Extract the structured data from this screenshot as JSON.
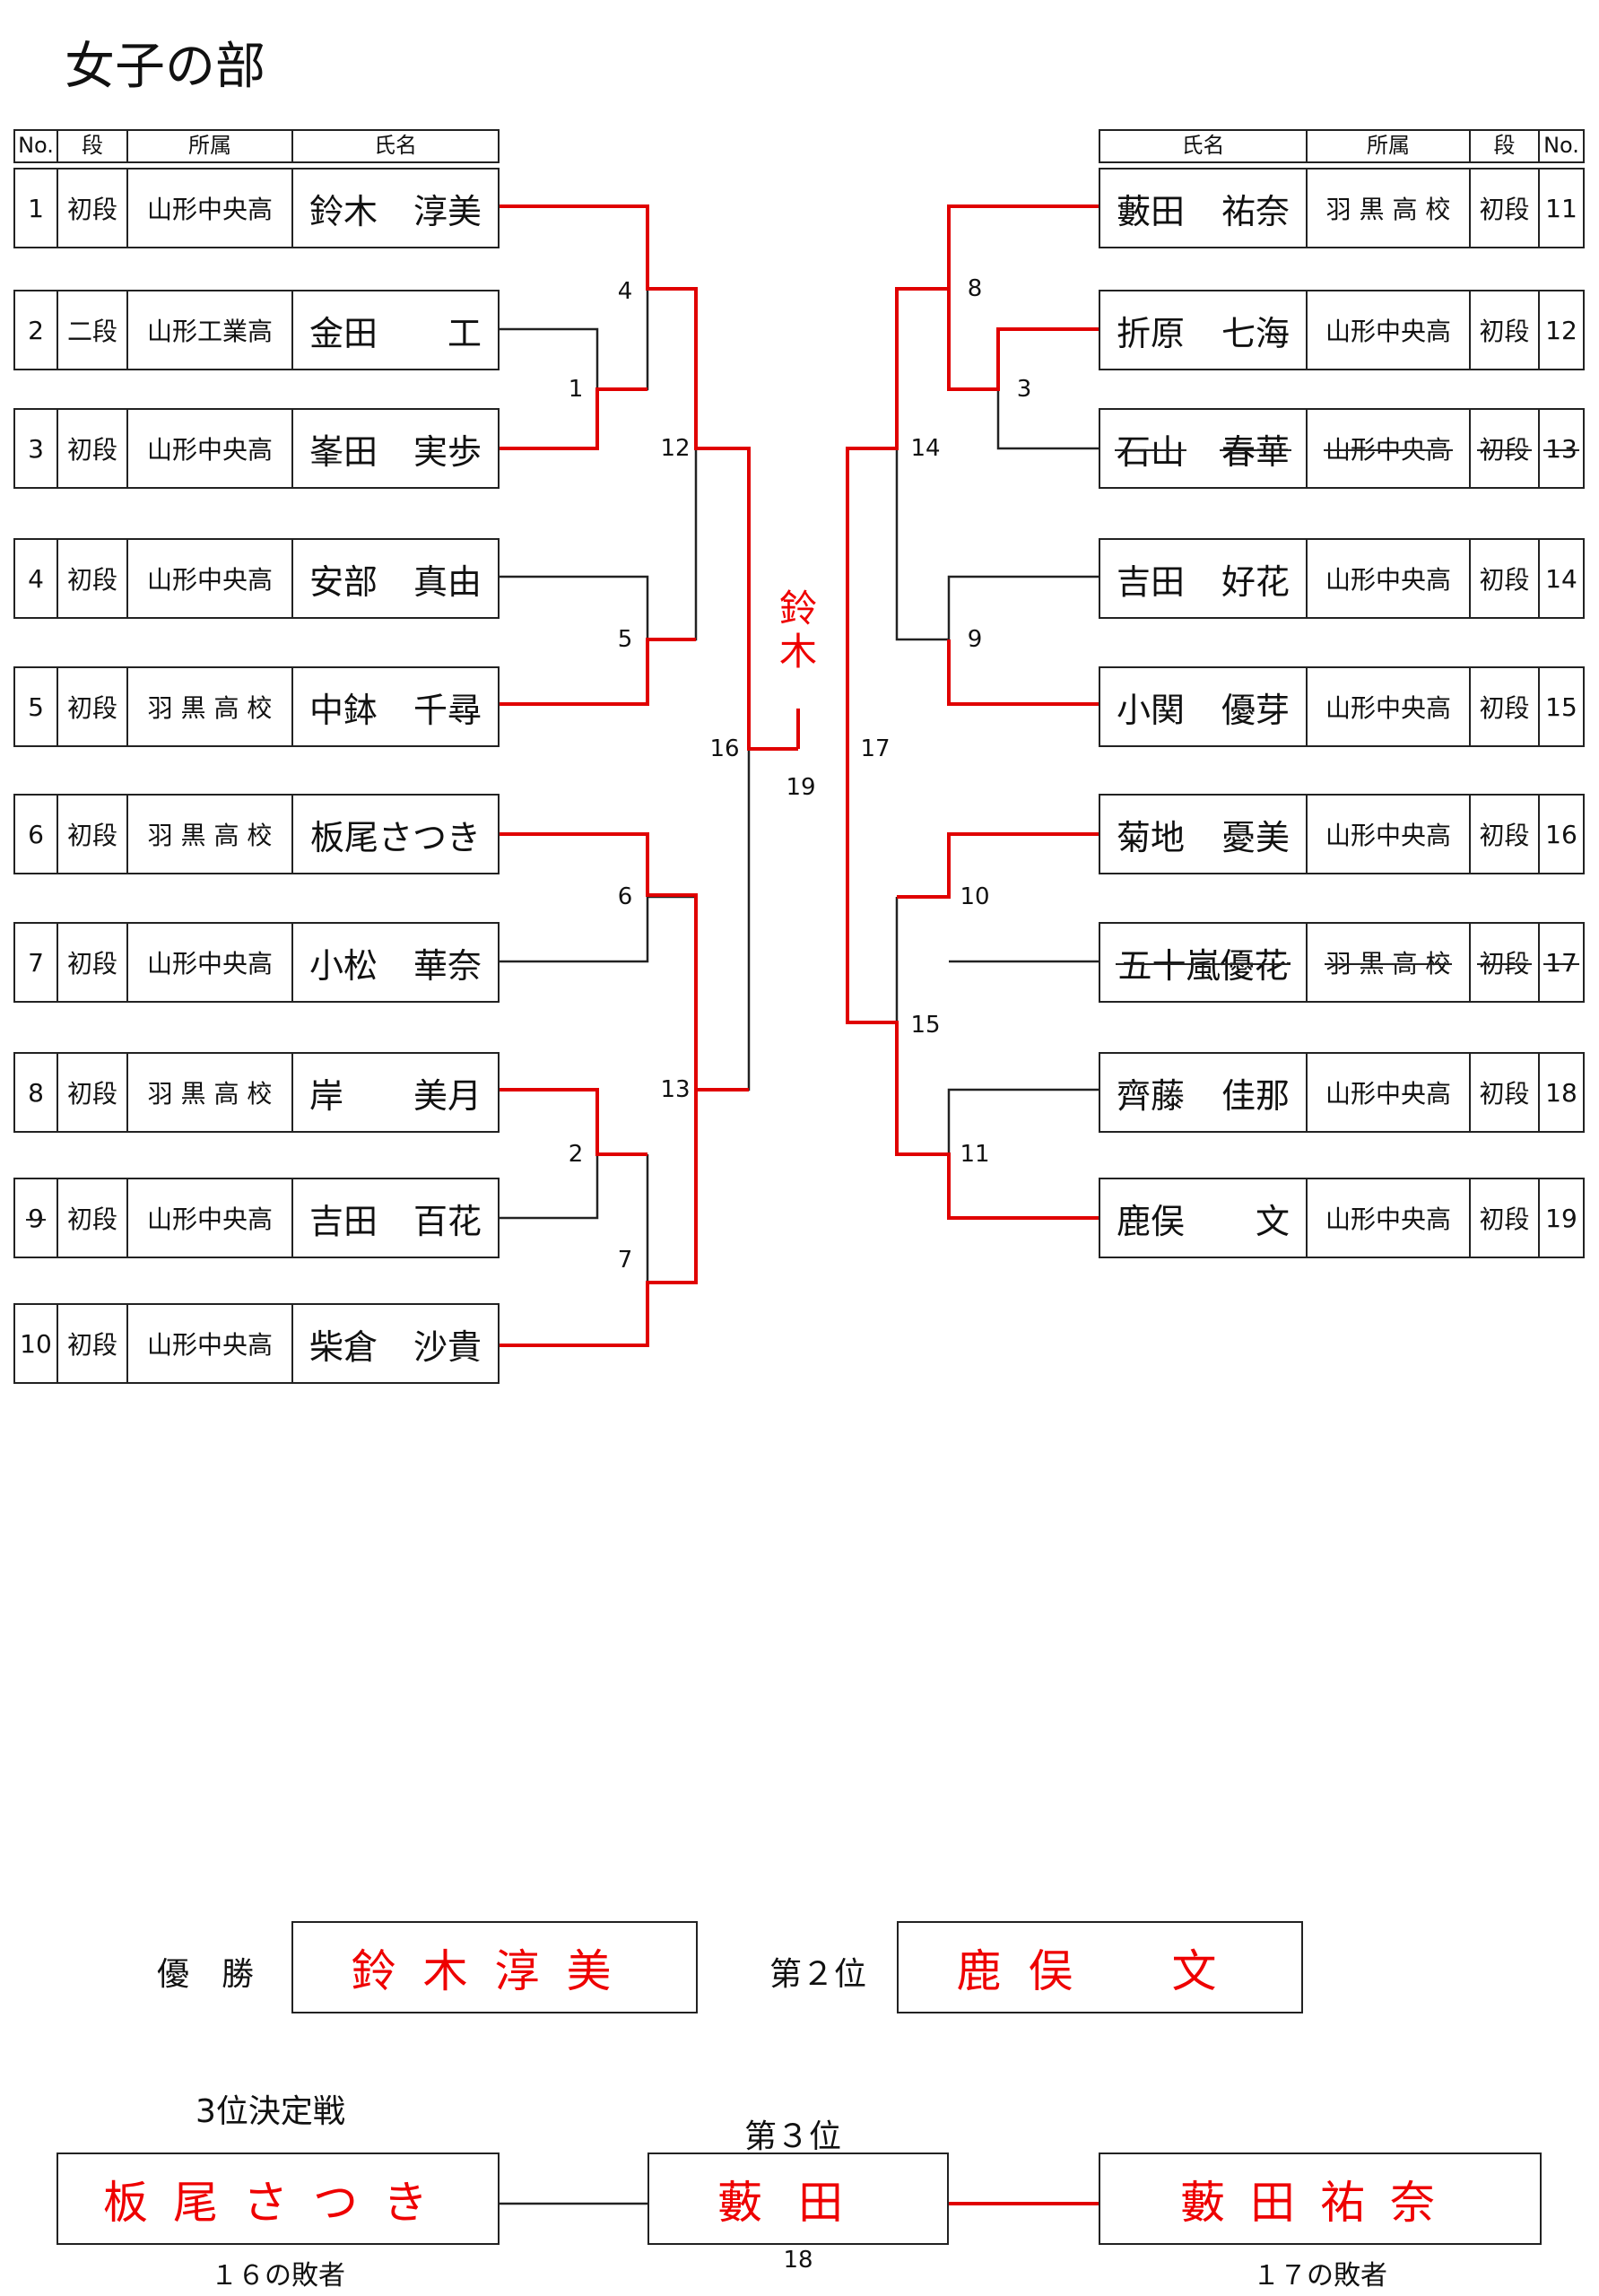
{
  "title": "女子の部",
  "headers_left": {
    "no": "No.",
    "dan": "段",
    "aff": "所属",
    "name": "氏名"
  },
  "headers_right": {
    "name": "氏名",
    "aff": "所属",
    "dan": "段",
    "no": "No."
  },
  "left_entries": [
    {
      "no": "1",
      "dan": "初段",
      "aff": "山形中央高",
      "family": "鈴木",
      "given": "淳美"
    },
    {
      "no": "2",
      "dan": "二段",
      "aff": "山形工業高",
      "family": "金田",
      "given": "工"
    },
    {
      "no": "3",
      "dan": "初段",
      "aff": "山形中央高",
      "family": "峯田",
      "given": "実歩"
    },
    {
      "no": "4",
      "dan": "初段",
      "aff": "山形中央高",
      "family": "安部",
      "given": "真由"
    },
    {
      "no": "5",
      "dan": "初段",
      "aff": "羽 黒 高 校",
      "family": "中鉢",
      "given": "千尋"
    },
    {
      "no": "6",
      "dan": "初段",
      "aff": "羽 黒 高 校",
      "family": "板尾さつき",
      "given": ""
    },
    {
      "no": "7",
      "dan": "初段",
      "aff": "山形中央高",
      "family": "小松",
      "given": "華奈"
    },
    {
      "no": "8",
      "dan": "初段",
      "aff": "羽 黒 高 校",
      "family": "岸",
      "given": "美月"
    },
    {
      "no": "9",
      "dan": "初段",
      "aff": "山形中央高",
      "family": "吉田",
      "given": "百花",
      "no_struck": true
    },
    {
      "no": "10",
      "dan": "初段",
      "aff": "山形中央高",
      "family": "柴倉",
      "given": "沙貴"
    }
  ],
  "right_entries": [
    {
      "no": "11",
      "dan": "初段",
      "aff": "羽 黒 高 校",
      "family": "藪田",
      "given": "祐奈"
    },
    {
      "no": "12",
      "dan": "初段",
      "aff": "山形中央高",
      "family": "折原",
      "given": "七海"
    },
    {
      "no": "13",
      "dan": "初段",
      "aff": "山形中央高",
      "family": "石山",
      "given": "春華",
      "struck": true
    },
    {
      "no": "14",
      "dan": "初段",
      "aff": "山形中央高",
      "family": "吉田",
      "given": "好花"
    },
    {
      "no": "15",
      "dan": "初段",
      "aff": "山形中央高",
      "family": "小関",
      "given": "優芽"
    },
    {
      "no": "16",
      "dan": "初段",
      "aff": "山形中央高",
      "family": "菊地",
      "given": "憂美"
    },
    {
      "no": "17",
      "dan": "初段",
      "aff": "羽 黒 高 校",
      "family": "五十嵐優花",
      "given": "",
      "struck": true
    },
    {
      "no": "18",
      "dan": "初段",
      "aff": "山形中央高",
      "family": "齊藤",
      "given": "佳那"
    },
    {
      "no": "19",
      "dan": "初段",
      "aff": "山形中央高",
      "family": "鹿俣",
      "given": "文"
    }
  ],
  "match_numbers": {
    "m1": "1",
    "m2": "2",
    "m3": "3",
    "m4": "4",
    "m5": "5",
    "m6": "6",
    "m7": "7",
    "m8": "8",
    "m9": "9",
    "m10": "10",
    "m11": "11",
    "m12": "12",
    "m13": "13",
    "m14": "14",
    "m15": "15",
    "m16": "16",
    "m17": "17",
    "m18": "18",
    "m19": "19"
  },
  "final_winner_mark": "鈴\n木",
  "results": {
    "champion_label": "優　勝",
    "champion": "鈴木淳美",
    "second_label": "第２位",
    "second": "鹿俣　文",
    "third_playoff_label": "3位決定戦",
    "third_label": "第３位",
    "third_winner": "藪田",
    "playoff_left": "板尾さつき",
    "playoff_left_caption": "１６の敗者",
    "playoff_right": "藪田祐奈",
    "playoff_right_caption": "１７の敗者",
    "playoff_match_no": "18"
  },
  "colors": {
    "win_line": "#e00000",
    "line": "#222222"
  }
}
